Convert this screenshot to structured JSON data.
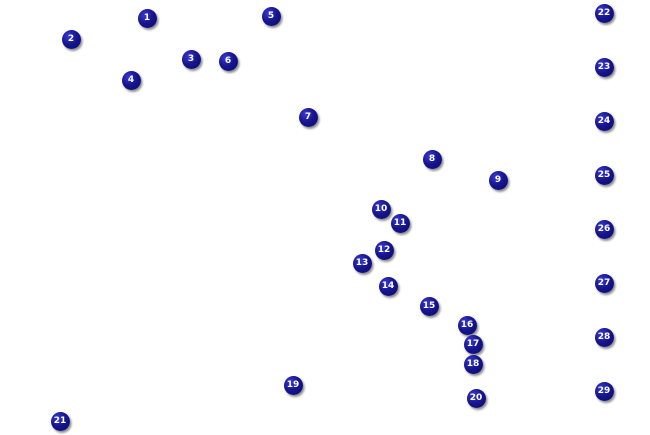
{
  "markers": {
    "label_color": "#ffffff",
    "fill_color": "#10107a",
    "items": [
      {
        "label": "1"
      },
      {
        "label": "2"
      },
      {
        "label": "3"
      },
      {
        "label": "4"
      },
      {
        "label": "5"
      },
      {
        "label": "6"
      },
      {
        "label": "7"
      },
      {
        "label": "8"
      },
      {
        "label": "9"
      },
      {
        "label": "10"
      },
      {
        "label": "11"
      },
      {
        "label": "12"
      },
      {
        "label": "13"
      },
      {
        "label": "14"
      },
      {
        "label": "15"
      },
      {
        "label": "16"
      },
      {
        "label": "17"
      },
      {
        "label": "18"
      },
      {
        "label": "19"
      },
      {
        "label": "20"
      },
      {
        "label": "21"
      },
      {
        "label": "22"
      },
      {
        "label": "23"
      },
      {
        "label": "24"
      },
      {
        "label": "25"
      },
      {
        "label": "26"
      },
      {
        "label": "27"
      },
      {
        "label": "28"
      },
      {
        "label": "29"
      }
    ]
  }
}
